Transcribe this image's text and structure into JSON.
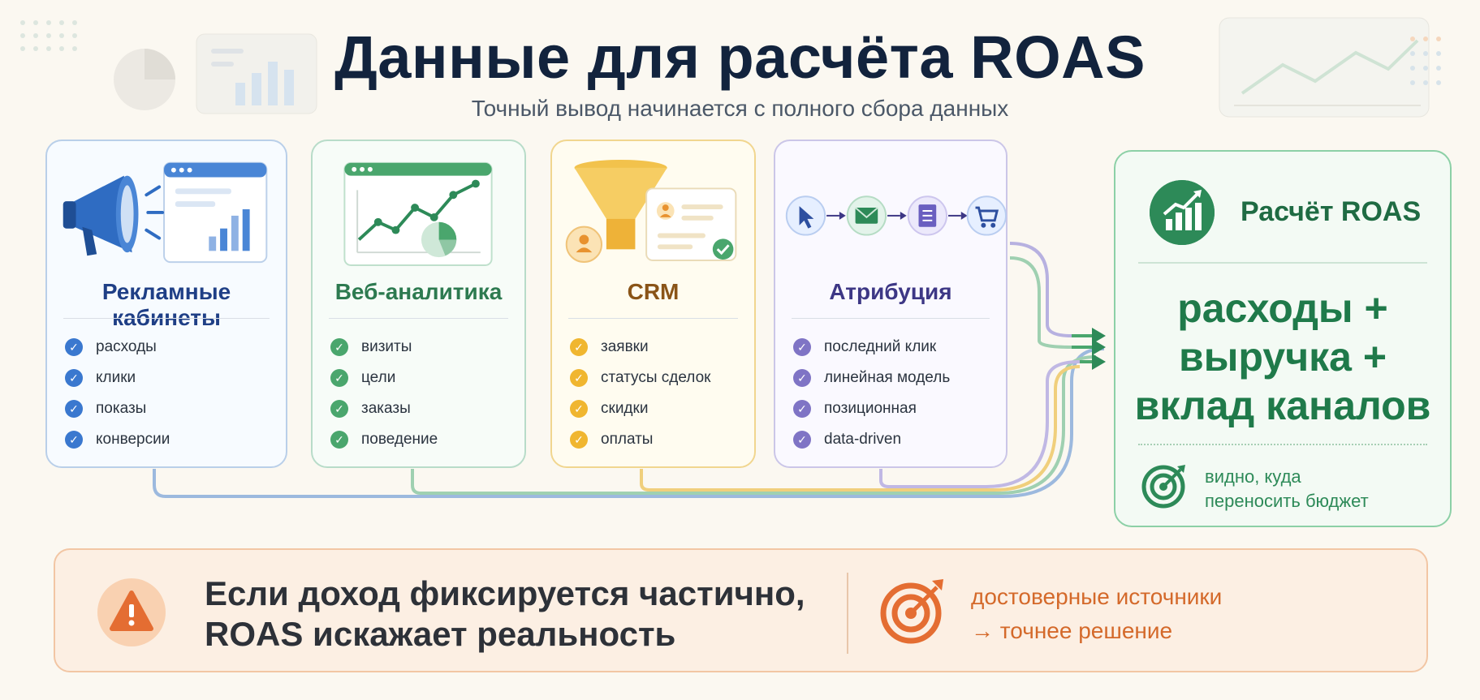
{
  "header": {
    "title": "Данные для расчёта ROAS",
    "subtitle": "Точный вывод начинается с полного сбора данных"
  },
  "cards": [
    {
      "title": "Рекламные кабинеты",
      "items": [
        "расходы",
        "клики",
        "показы",
        "конверсии"
      ],
      "color": "#3a78cf"
    },
    {
      "title": "Веб-аналитика",
      "items": [
        "визиты",
        "цели",
        "заказы",
        "поведение"
      ],
      "color": "#4aa66d"
    },
    {
      "title": "CRM",
      "items": [
        "заявки",
        "статусы сделок",
        "скидки",
        "оплаты"
      ],
      "color": "#f0b630"
    },
    {
      "title": "Атрибуция",
      "items": [
        "последний клик",
        "линейная модель",
        "позиционная",
        "data-driven"
      ],
      "color": "#7f74c5"
    }
  ],
  "roas": {
    "title": "Расчёт ROAS",
    "lines": [
      "расходы +",
      "выручка +",
      "вклад каналов"
    ],
    "note": [
      "видно, куда",
      "переносить бюджет"
    ],
    "color": "#2d8a58"
  },
  "warning": {
    "text": [
      "Если доход фиксируется частично,",
      "ROAS искажает реальность"
    ],
    "conclusion": [
      "достоверные источники",
      "→ точнее решение"
    ],
    "color": "#e46d32"
  }
}
